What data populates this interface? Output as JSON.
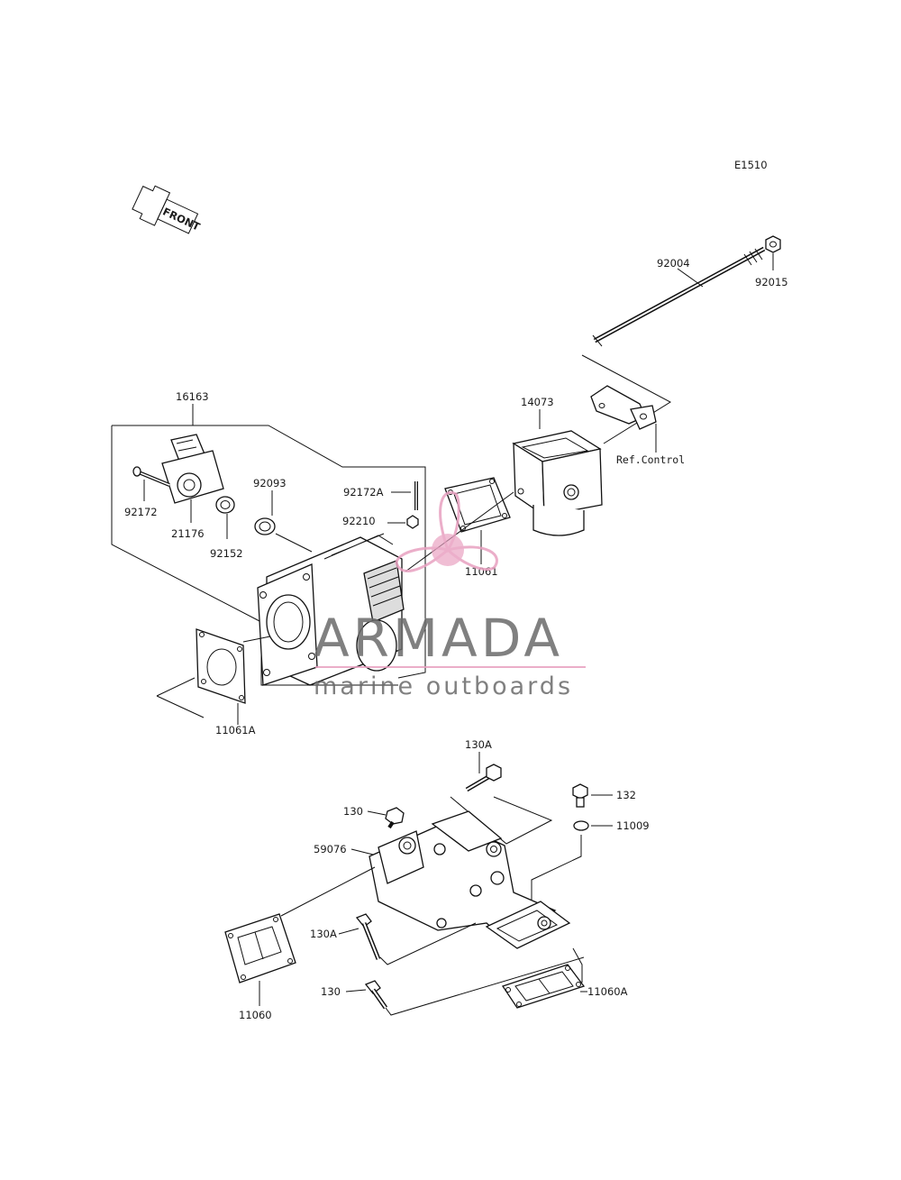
{
  "diagram_code": "E1510",
  "front_label": "FRONT",
  "reference_note": "Ref.Control",
  "watermark": {
    "brand": "ARMADA",
    "tagline": "marine outboards",
    "brand_color": "#6b6b6b",
    "accent_color": "#e8a0c0"
  },
  "parts": {
    "p92004": "92004",
    "p92015": "92015",
    "p16163": "16163",
    "p14073": "14073",
    "p92093": "92093",
    "p92172A": "92172A",
    "p92210": "92210",
    "p92172": "92172",
    "p21176": "21176",
    "p92152": "92152",
    "p11061": "11061",
    "p11061A": "11061A",
    "p130A_top": "130A",
    "p132": "132",
    "p130_top": "130",
    "p11009": "11009",
    "p59076": "59076",
    "p130A_mid": "130A",
    "p130_bot": "130",
    "p11060": "11060",
    "p11060A": "11060A"
  }
}
